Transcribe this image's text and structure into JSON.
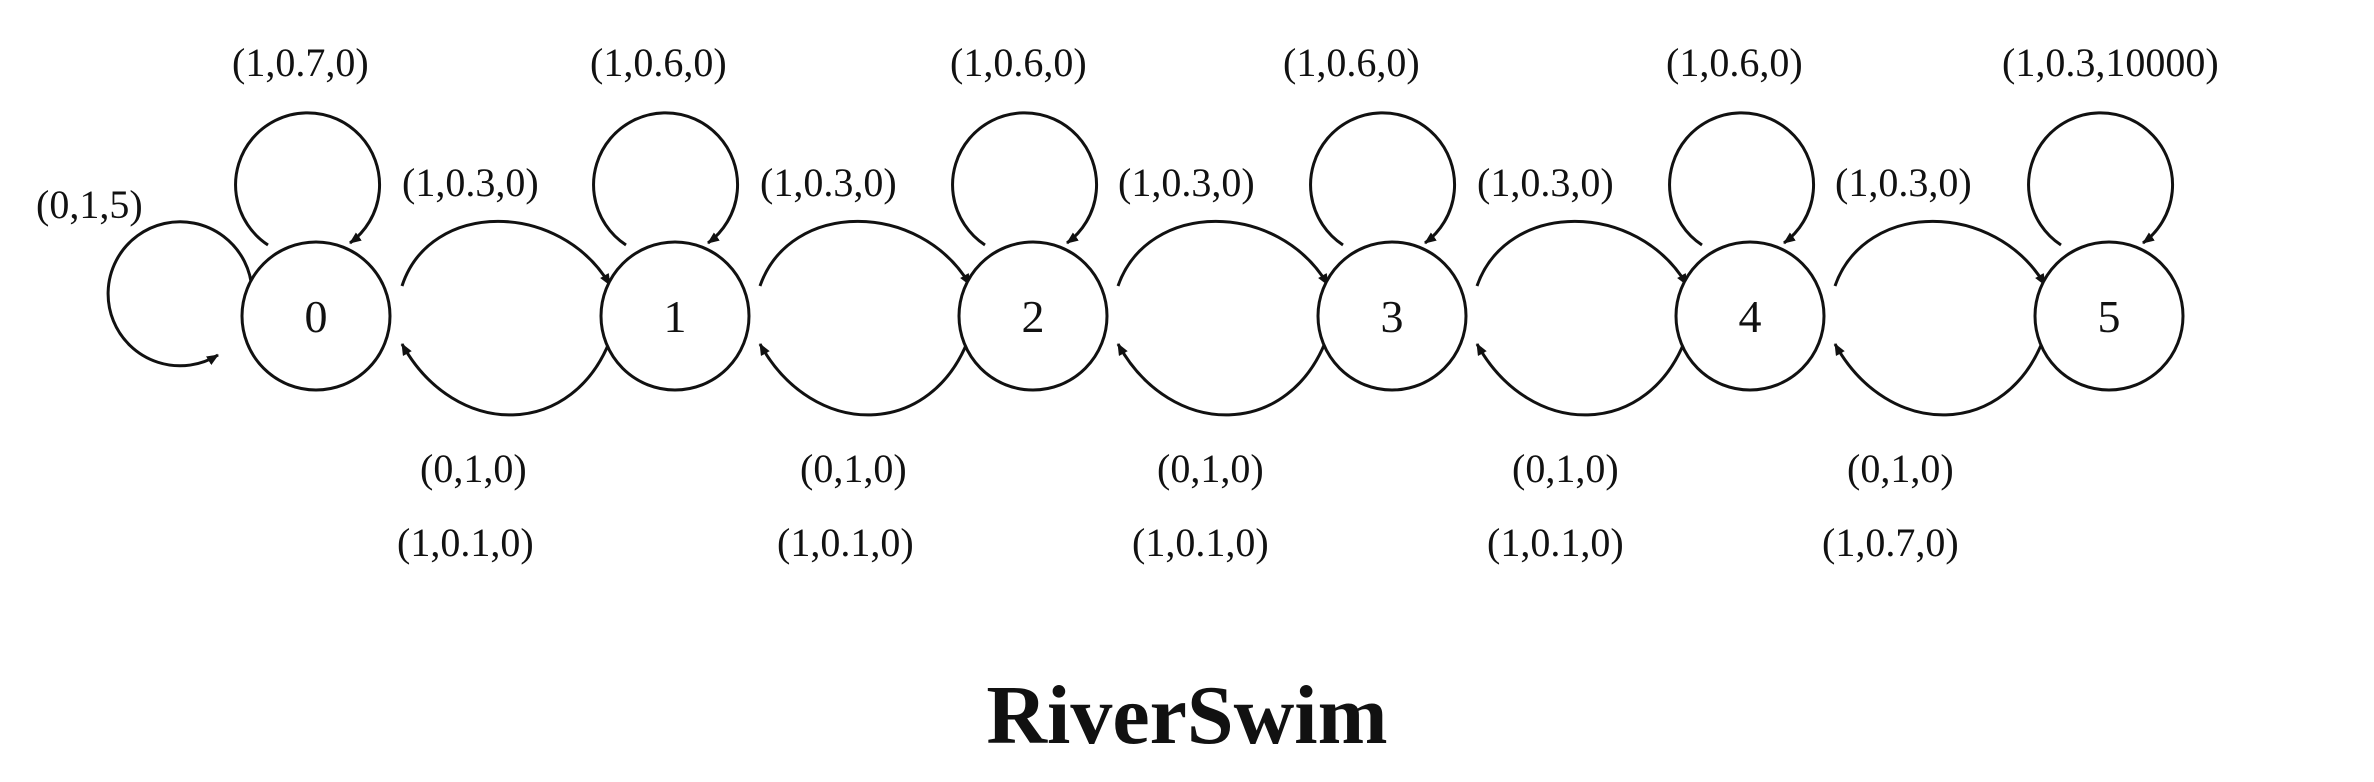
{
  "title": "RiverSwim",
  "colors": {
    "ink": "#111111",
    "background": "#ffffff"
  },
  "states": [
    {
      "id": "0"
    },
    {
      "id": "1"
    },
    {
      "id": "2"
    },
    {
      "id": "3"
    },
    {
      "id": "4"
    },
    {
      "id": "5"
    }
  ],
  "self_loops_top": [
    "(1,0.7,0)",
    "(1,0.6,0)",
    "(1,0.6,0)",
    "(1,0.6,0)",
    "(1,0.6,0)",
    "(1,0.3,10000)"
  ],
  "self_loop_left_state0": "(0,1,5)",
  "forward_edges": [
    "(1,0.3,0)",
    "(1,0.3,0)",
    "(1,0.3,0)",
    "(1,0.3,0)",
    "(1,0.3,0)"
  ],
  "backward_edges": [
    {
      "line1": "(0,1,0)",
      "line2": "(1,0.1,0)"
    },
    {
      "line1": "(0,1,0)",
      "line2": "(1,0.1,0)"
    },
    {
      "line1": "(0,1,0)",
      "line2": "(1,0.1,0)"
    },
    {
      "line1": "(0,1,0)",
      "line2": "(1,0.1,0)"
    },
    {
      "line1": "(0,1,0)",
      "line2": "(1,0.7,0)"
    }
  ]
}
